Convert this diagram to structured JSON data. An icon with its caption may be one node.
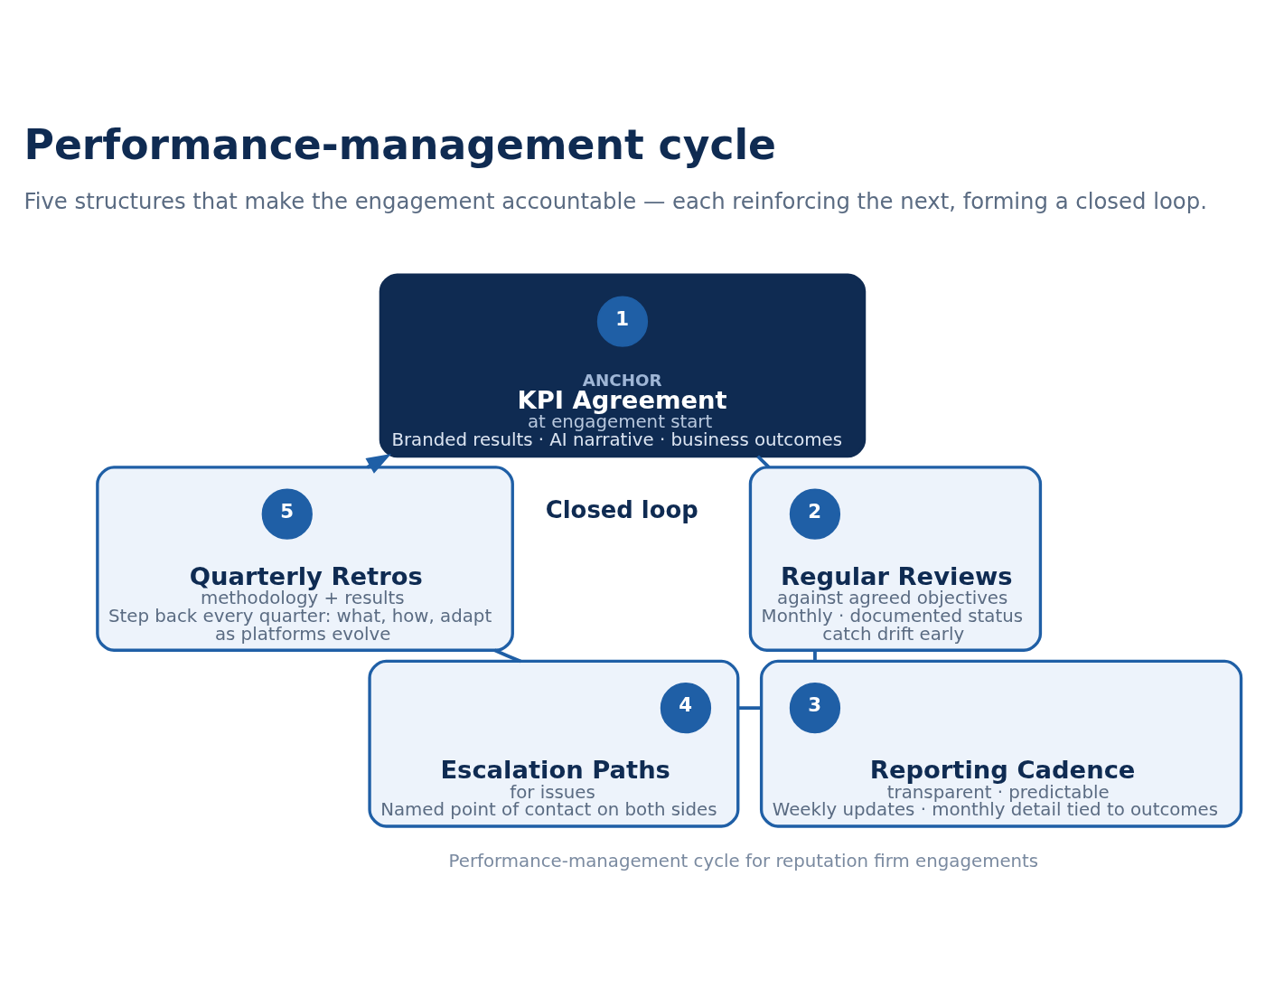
{
  "diagram": {
    "title": "Performance-management cycle",
    "caption": "Performance-management cycle for reputation firm engagements",
    "nodes": [
      {
        "text": [
          "ANCHOR",
          "KPI Agreement",
          "at engagement start",
          "Branded results · AI narrative · business outcomes"
        ]
      },
      {
        "text": [
          "1"
        ],
        "in": 0
      },
      {
        "text": [
          "Regular Reviews",
          "against agreed objectives",
          "Monthly · documented status",
          "catch drift early"
        ]
      },
      {
        "text": [
          "2"
        ],
        "in": 2
      },
      {
        "text": [
          "Reporting Cadence",
          "transparent · predictable",
          "Weekly updates · monthly detail tied to outcomes"
        ]
      },
      {
        "text": [
          "3"
        ],
        "in": 4
      },
      {
        "text": [
          "Escalation Paths",
          "for issues",
          "Named point of contact on both sides"
        ]
      },
      {
        "text": [
          "4"
        ],
        "in": 6
      },
      {
        "text": [
          "Quarterly Retros",
          "methodology + results",
          "Step back every quarter: what, how, adapt",
          "as platforms evolve"
        ]
      },
      {
        "text": [
          "5"
        ],
        "in": 8
      }
    ],
    "edges": [
      {
        "from": 0,
        "to": 2,
        "arrow": "none"
      },
      {
        "from": 2,
        "to": 4,
        "arrow": "none"
      },
      {
        "from": 4,
        "to": 6,
        "arrow": "none"
      },
      {
        "from": 6,
        "to": 8,
        "arrow": "none"
      },
      {
        "from": 8,
        "to": 0,
        "arrow": "to"
      }
    ],
    "labels": [
      "Five structures that make the engagement accountable — each reinforcing the next, forming a closed loop.",
      "Closed loop"
    ]
  }
}
